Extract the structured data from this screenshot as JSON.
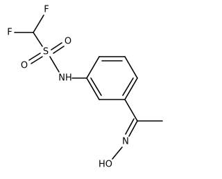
{
  "atoms": {
    "f_top": "F",
    "f_left": "F",
    "sulfur": "S",
    "o_left": "O",
    "o_right": "O",
    "nh": "NH",
    "n_oxime": "N",
    "ho": "HO"
  },
  "colors": {
    "bond": "#000000",
    "label": "#000000",
    "background": "#ffffff"
  }
}
